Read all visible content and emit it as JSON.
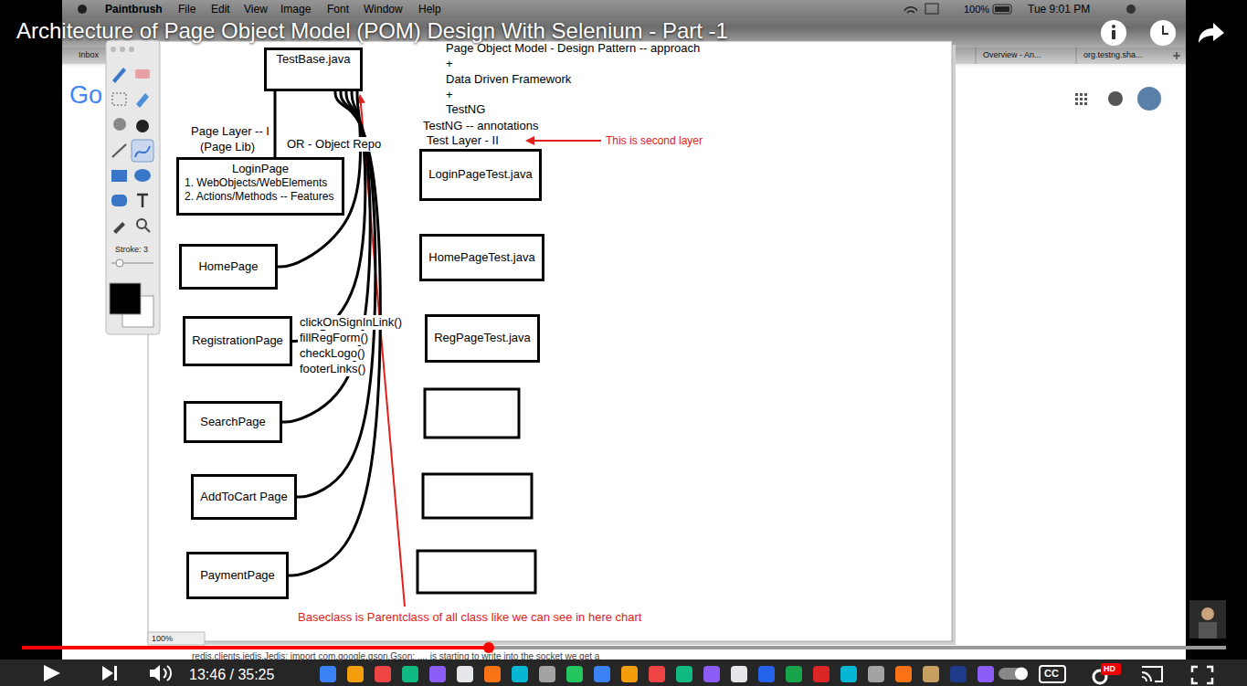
{
  "diagram": {
    "title": "Architecture of Page Object Model (POM) Design With Selenium - Part -1",
    "nodes": [
      {
        "text": [
          "TestBase.java"
        ]
      },
      {
        "text": [
          "LoginPage",
          "1. WebObjects/WebElements",
          "2. Actions/Methods -- Features"
        ]
      },
      {
        "text": [
          "HomePage"
        ]
      },
      {
        "text": [
          "RegistrationPage"
        ]
      },
      {
        "text": [
          "SearchPage"
        ]
      },
      {
        "text": [
          "AddToCart Page"
        ]
      },
      {
        "text": [
          "PaymentPage"
        ]
      },
      {
        "text": [
          "LoginPageTest.java"
        ]
      },
      {
        "text": [
          "HomePageTest.java"
        ]
      },
      {
        "text": [
          "RegPageTest.java"
        ]
      }
    ],
    "edges": [
      {
        "from": 0,
        "to": 1,
        "arrow": "none"
      },
      {
        "from": 0,
        "to": 2,
        "arrow": "none"
      },
      {
        "from": 0,
        "to": 3,
        "arrow": "none"
      },
      {
        "from": 0,
        "to": 4,
        "arrow": "none"
      },
      {
        "from": 0,
        "to": 5,
        "arrow": "none"
      },
      {
        "from": 0,
        "to": 6,
        "arrow": "none"
      }
    ],
    "labels": [
      "Page Object Model - Design Pattern -- approach",
      "+",
      "Data Driven Framework",
      "+",
      "TestNG",
      "Page Layer -- I",
      "(Page Lib)",
      "OR - Object Repo",
      "TestNG -- annotations",
      "Test Layer - II",
      "This is second layer",
      "clickOnSignInLink()",
      "fillRegForm()",
      "checkLogo()",
      "footerLinks()",
      "Baseclass is Parentclass of all class like we can see in here chart",
      "Paintbrush",
      "File",
      "Edit",
      "View",
      "Image",
      "Font",
      "Window",
      "Help",
      "100%",
      "Tue 9:01 PM",
      "Inbox",
      "Overview - An...",
      "org.testng.sha...",
      "Go",
      "Stroke: 3",
      "100%",
      "redis.clients.jedis.Jedis; import com.google.gson.Gson; .... is starting to write into the socket we get a",
      "13:46 / 35:25",
      "CC",
      "HD"
    ]
  }
}
